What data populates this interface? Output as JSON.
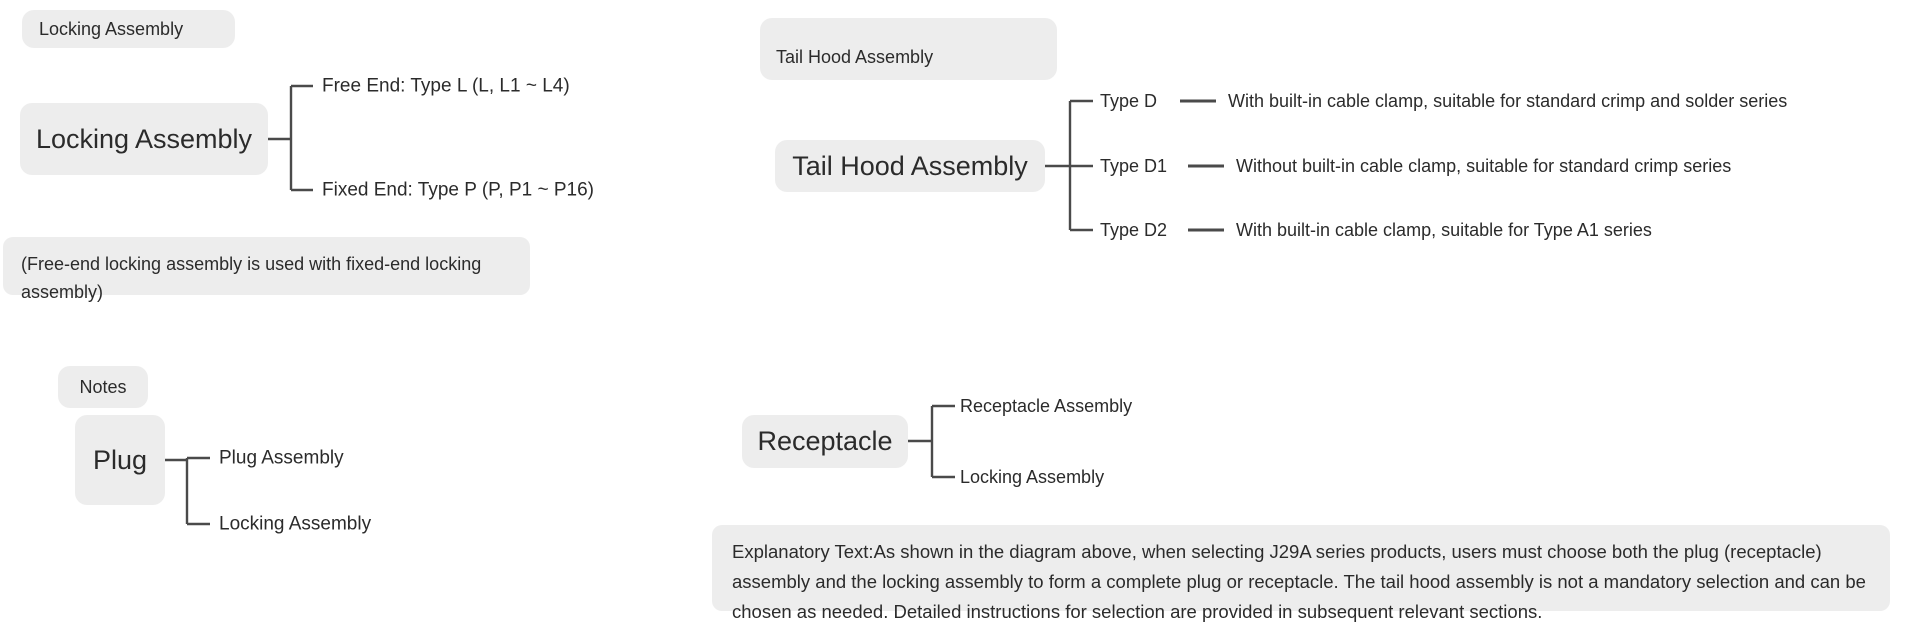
{
  "diagram": {
    "title_left": "Locking Assembly",
    "title_right": "Tail Hood Assembly"
  },
  "left_column": {
    "header_pill": "Locking Assembly",
    "locking_node": "Locking Assembly",
    "locking_children": [
      "Free End: Type L (L, L1 ~ L4)",
      "Fixed End: Type P (P, P1 ~ P16)"
    ],
    "locking_note": "(Free-end locking assembly is used with fixed-end locking assembly)",
    "notes_pill": "Notes",
    "plug_node": "Plug",
    "plug_children": [
      "Plug Assembly",
      "Locking Assembly"
    ]
  },
  "right_column": {
    "header_pill": "Tail Hood Assembly",
    "tail_hood_node": "Tail Hood Assembly",
    "tail_hood_children": [
      {
        "type": "Type D",
        "description": "With built-in cable clamp, suitable for standard crimp and solder series"
      },
      {
        "type": "Type D1",
        "description": "Without built-in cable clamp, suitable for standard crimp series"
      },
      {
        "type": "Type D2",
        "description": "With built-in cable clamp, suitable for Type A1 series"
      }
    ],
    "receptacle_node": "Receptacle",
    "receptacle_children": [
      "Receptacle Assembly",
      "Locking Assembly"
    ],
    "explanatory_text": "Explanatory Text:As shown in the diagram above, when selecting J29A series products, users must choose both the plug (receptacle) assembly and the locking assembly to form a complete plug or receptacle. The tail hood assembly is not a mandatory selection and can be chosen as needed. Detailed instructions for selection are provided in subsequent relevant sections."
  },
  "colors": {
    "node_background": "#ededed",
    "text": "#2b2b2b",
    "connector": "#4a4a4a",
    "page_background": "#ffffff"
  }
}
